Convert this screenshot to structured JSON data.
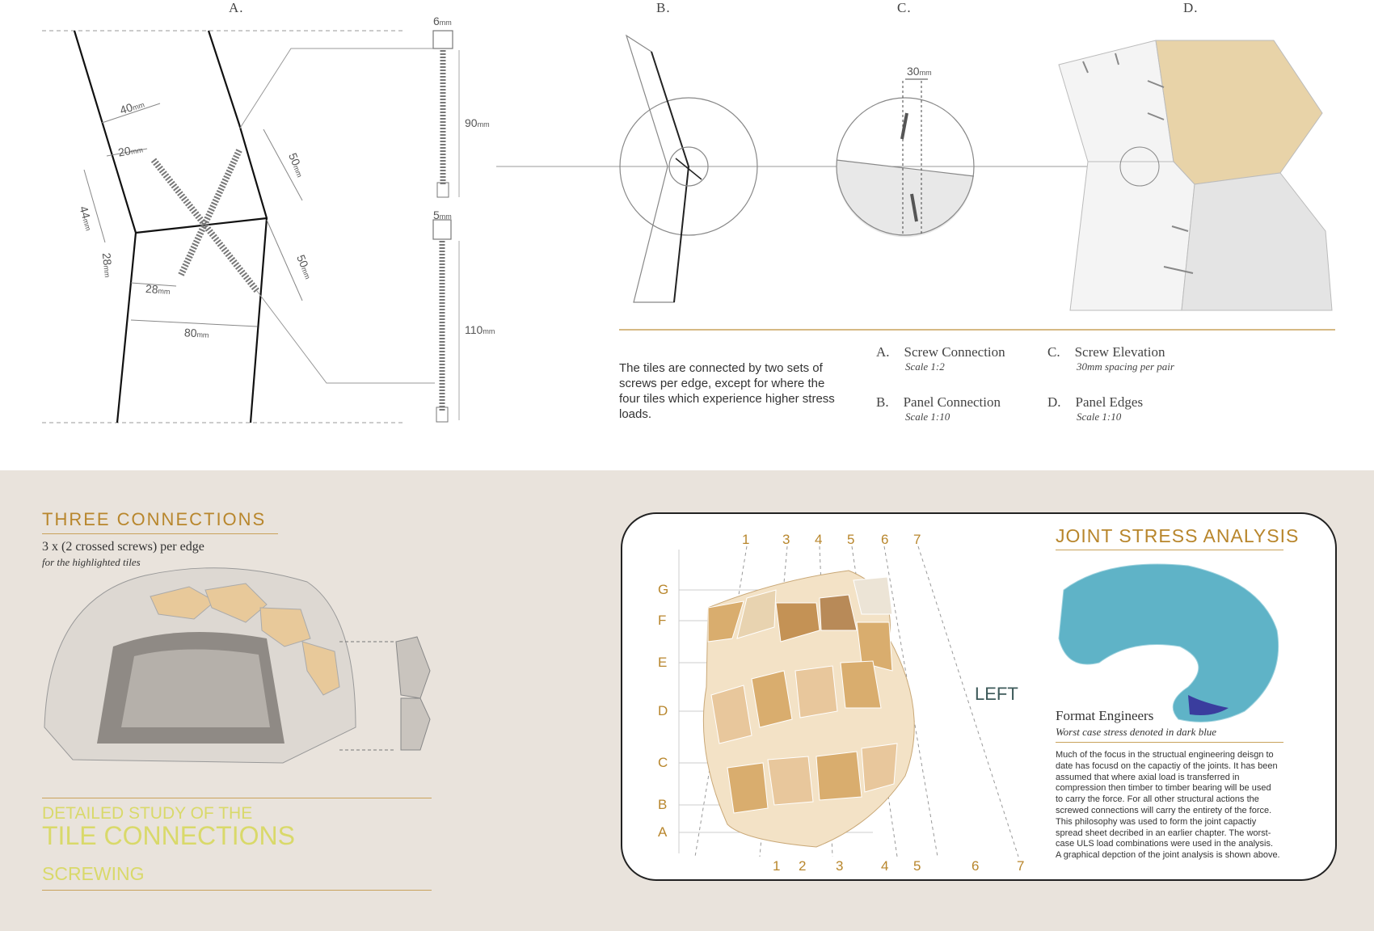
{
  "top": {
    "label_a": "A.",
    "label_b": "B.",
    "label_c": "C.",
    "label_d": "D.",
    "dims": {
      "d40": "40",
      "d20": "20",
      "d44": "44",
      "d28a": "28",
      "d28b": "28",
      "d80": "80",
      "d50a": "50",
      "d50b": "50",
      "d6": "6",
      "d90": "90",
      "d5": "5",
      "d110": "110",
      "d30": "30",
      "unit": "mm"
    },
    "description": "The tiles are connected by two sets of screws per edge, except for where the four tiles which experience higher stress loads.",
    "legend": [
      {
        "key": "A.",
        "title": "Screw Connection",
        "sub": "Scale 1:2"
      },
      {
        "key": "B.",
        "title": "Panel Connection",
        "sub": "Scale 1:10"
      },
      {
        "key": "C.",
        "title": "Screw Elevation",
        "sub": "30mm spacing per pair"
      },
      {
        "key": "D.",
        "title": "Panel Edges",
        "sub": "Scale 1:10"
      }
    ]
  },
  "bottom": {
    "three_title": "THREE CONNECTIONS",
    "three_sub": "3 x (2 crossed screws) per edge",
    "three_note": "for the highlighted tiles",
    "study_line1": "DETAILED STUDY OF THE",
    "study_line2": "TILE CONNECTIONS",
    "study_line3": "SCREWING",
    "joint_title": "JOINT STRESS ANALYSIS",
    "left_label": "LEFT",
    "format_title": "Format Engineers",
    "format_sub": "Worst case stress denoted in dark blue",
    "paragraph": "Much of the focus in the structual engineering deisgn to date has focusd on the capactiy of the joints. It has been assumed that where axial load is transferred in compression then timber to timber bearing will be used to carry the force. For all other structural actions the screwed connections will carry the entirety of the force. This philosophy was used to form the joint capactiy spread sheet decribed in an earlier chapter. The worst-case ULS load combinations were used in the analysis. A graphical depction of the joint analysis is shown above.",
    "grid_top": [
      "1",
      "3",
      "4",
      "5",
      "6",
      "7"
    ],
    "grid_bottom": [
      "1",
      "2",
      "3",
      "4",
      "5",
      "6",
      "7"
    ],
    "grid_rows": [
      "G",
      "F",
      "E",
      "D",
      "C",
      "B",
      "A"
    ]
  },
  "colors": {
    "gold": "#b8862c",
    "band": "#e9e3dc",
    "tile_dark": "#d9ad6e",
    "tile_mid": "#e8c79c",
    "tile_light": "#f3e2c6",
    "study_green": "#d9d96a",
    "stress_blue": "#5fb3c7"
  }
}
